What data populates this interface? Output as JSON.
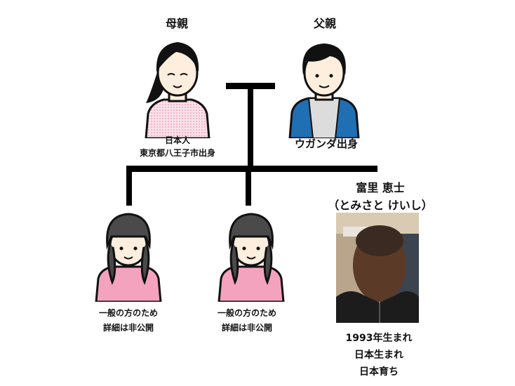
{
  "mother": {
    "title": "母親",
    "lines": [
      "日本人",
      "東京都八王子市出身"
    ],
    "icon": "woman-avatar-icon"
  },
  "father": {
    "title": "父親",
    "lines": [
      "ウガンダ出身"
    ],
    "icon": "man-avatar-icon"
  },
  "children": [
    {
      "lines": [
        "一般の方のため",
        "詳細は非公開"
      ],
      "icon": "girl-avatar-icon"
    },
    {
      "lines": [
        "一般の方のため",
        "詳細は非公開"
      ],
      "icon": "girl-avatar-icon"
    },
    {
      "name": "富里 恵士",
      "reading": "（とみさと けいし）",
      "lines": [
        "1993年生まれ",
        "日本生まれ",
        "日本育ち"
      ]
    }
  ],
  "colors": {
    "line": "#000000",
    "mother_shirt": "#f7c6d6",
    "father_jacket": "#1f6fb2",
    "father_shirt": "#dcdcdc",
    "girl_shirt": "#f4a3bf",
    "girl_hair": "#4a4a4a",
    "skin": "#fdeedd"
  }
}
